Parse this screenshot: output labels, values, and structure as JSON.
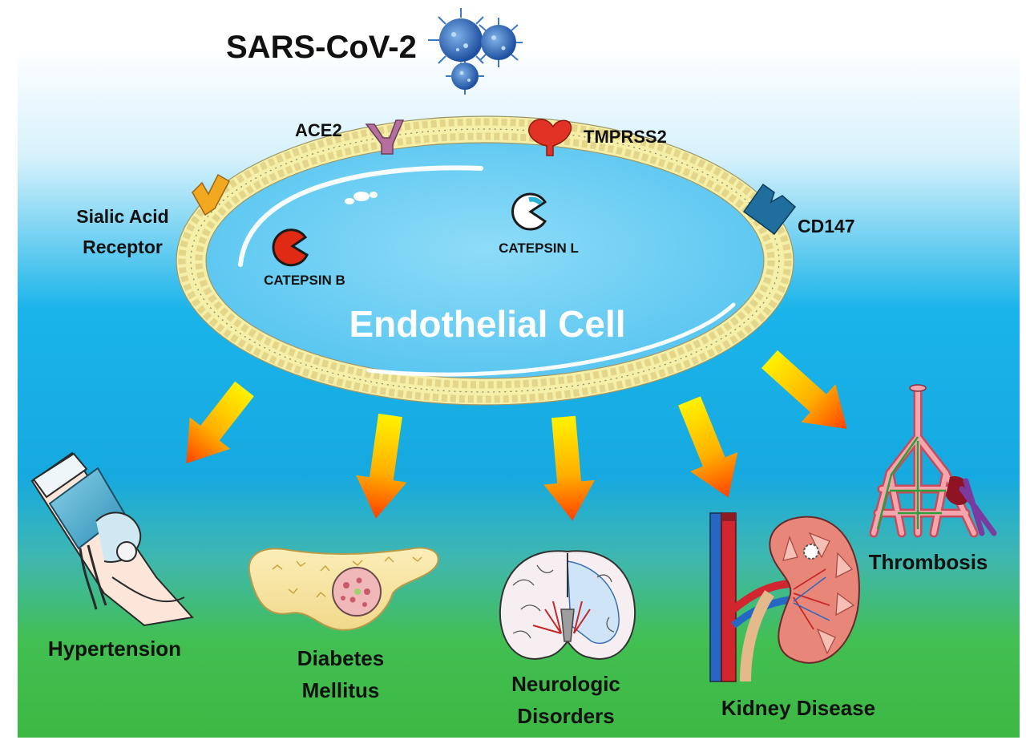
{
  "title": "SARS-CoV-2",
  "cell": {
    "label": "Endothelial Cell"
  },
  "receptors": {
    "ace2": "ACE2",
    "tmprss2": "TMPRSS2",
    "sialic_line1": "Sialic Acid",
    "sialic_line2": "Receptor",
    "cd147": "CD147"
  },
  "enzymes": {
    "cathepsin_b": "CATEPSIN B",
    "cathepsin_l": "CATEPSIN L"
  },
  "outcomes": {
    "hypertension": "Hypertension",
    "diabetes_line1": "Diabetes",
    "diabetes_line2": "Mellitus",
    "neuro_line1": "Neurologic",
    "neuro_line2": "Disorders",
    "kidney": "Kidney Disease",
    "thrombosis": "Thrombosis"
  },
  "colors": {
    "sky_top": "#ffffff",
    "sky_mid": "#1ab4ea",
    "ground": "#3fc04a",
    "membrane_head": "#f6efa8",
    "cell_fill": "#74d2f6",
    "arrow_start": "#fff200",
    "arrow_end": "#ff4a00"
  }
}
